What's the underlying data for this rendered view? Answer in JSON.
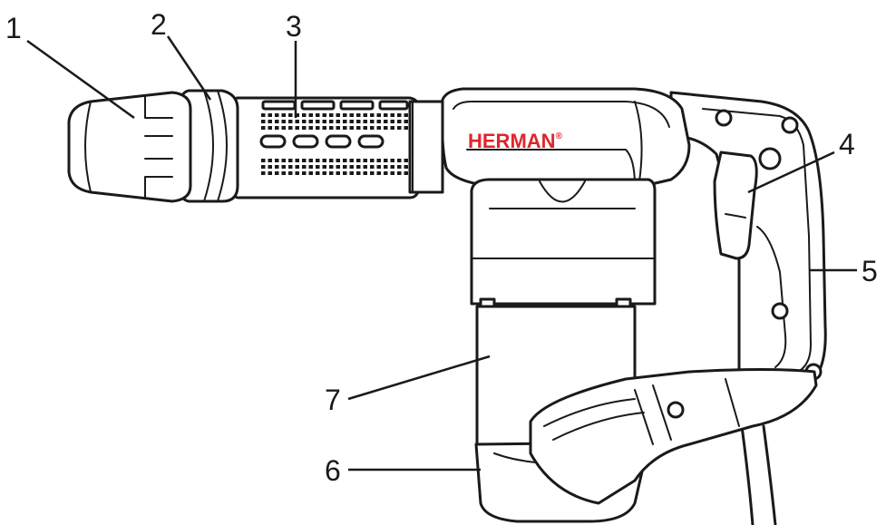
{
  "brand": {
    "name": "HERMAN",
    "mark": "®",
    "color": "#e0242b"
  },
  "callouts": [
    {
      "id": "1",
      "label": "1"
    },
    {
      "id": "2",
      "label": "2"
    },
    {
      "id": "3",
      "label": "3"
    },
    {
      "id": "4",
      "label": "4"
    },
    {
      "id": "5",
      "label": "5"
    },
    {
      "id": "6",
      "label": "6"
    },
    {
      "id": "7",
      "label": "7"
    }
  ],
  "colors": {
    "line": "#1a1a1a",
    "background": "#ffffff"
  }
}
